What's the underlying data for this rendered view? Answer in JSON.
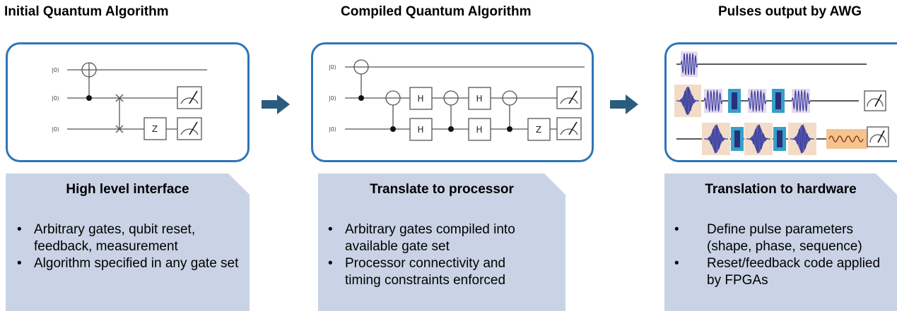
{
  "columns": [
    {
      "title": "Initial Quantum Algorithm",
      "note_title": "High level interface",
      "bullets": [
        "Arbitrary gates, qubit reset, feedback, measurement",
        "Algorithm specified in any gate set"
      ]
    },
    {
      "title": "Compiled Quantum Algorithm",
      "note_title": "Translate to processor",
      "bullets": [
        "Arbitrary gates compiled into available gate set",
        "Processor connectivity and timing constraints enforced"
      ]
    },
    {
      "title": "Pulses output by AWG",
      "note_title": "Translation to hardware",
      "bullets": [
        "Define pulse parameters (shape, phase, sequence)",
        "Reset/feedback code applied by FPGAs"
      ]
    }
  ],
  "circuit1": {
    "kets": [
      "|0⟩",
      "|0⟩",
      "|0⟩"
    ],
    "z_gate": "Z"
  },
  "circuit2": {
    "kets": [
      "|0⟩",
      "|0⟩",
      "|0⟩"
    ],
    "h_gate": "H",
    "z_gate": "Z"
  },
  "colors": {
    "panel_border": "#2e75b6",
    "note_bg": "#c9d3e5",
    "arrow": "#2b5c7d",
    "pulse": "#3b3fa0",
    "pulse_bg": "#f2dcc8",
    "square_pulse": "#35a0c8",
    "resonator_bg": "#f5c38e"
  }
}
